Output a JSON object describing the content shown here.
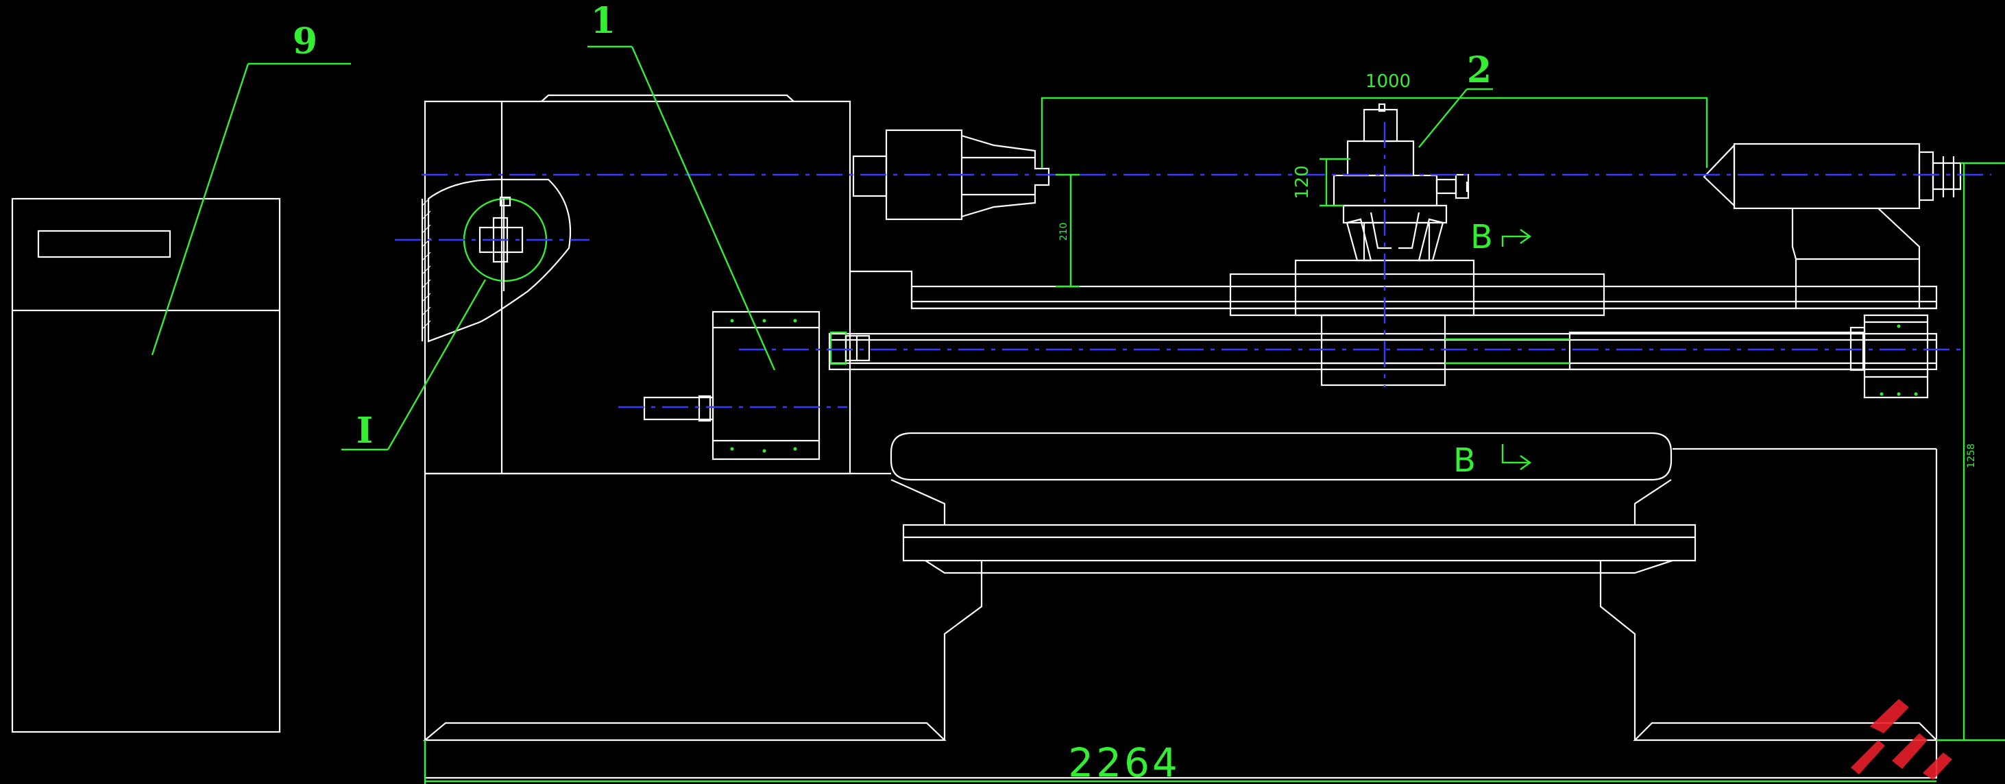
{
  "callouts": {
    "item_9": "9",
    "item_1": "1",
    "item_2": "2",
    "detail_I": "I"
  },
  "dimensions": {
    "overall_length": "2264",
    "travel": "1000",
    "tool_height": "120",
    "center_height": "210",
    "overall_height": "1258"
  },
  "section_marks": {
    "upper": "B",
    "lower": "B"
  },
  "colors": {
    "background": "#000000",
    "outline": "#ffffff",
    "annotation": "#33ee33",
    "centerline": "#3838ff",
    "watermark": "#e8202a"
  }
}
